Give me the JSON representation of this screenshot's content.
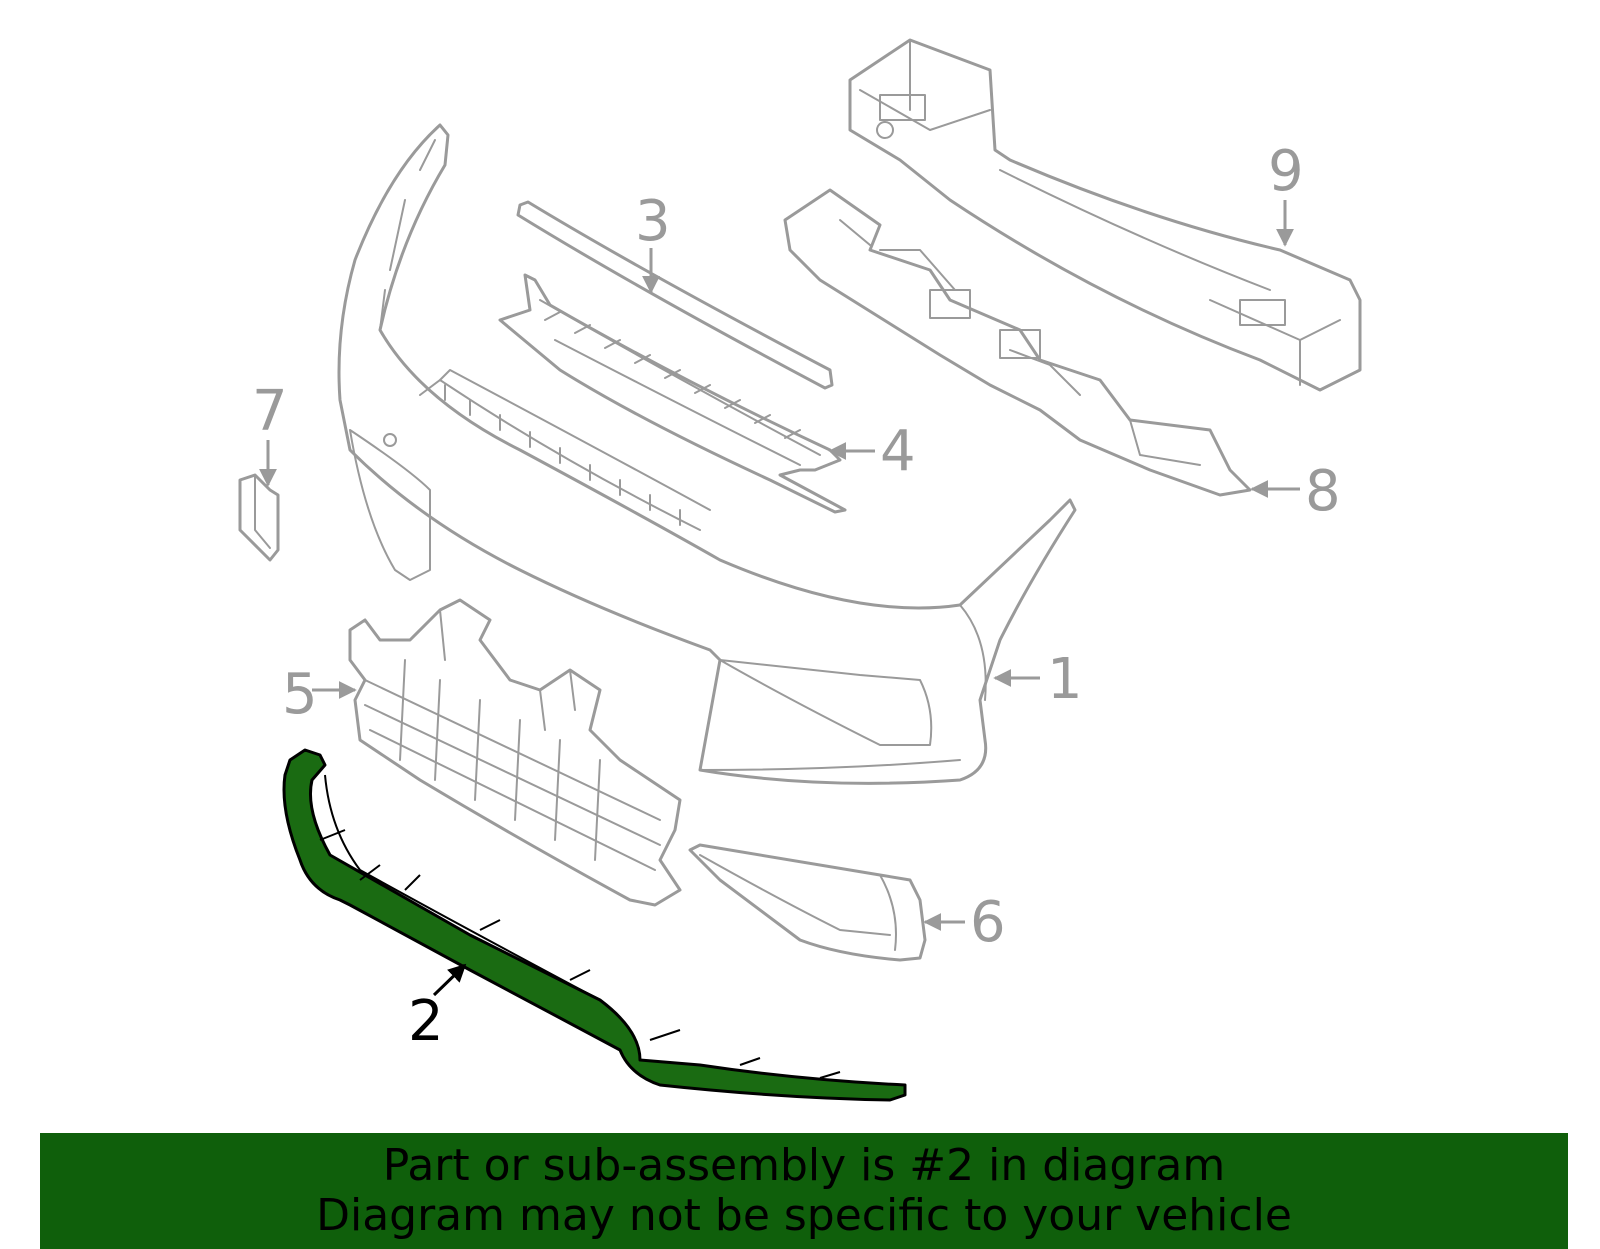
{
  "callouts": [
    {
      "label": "1",
      "highlighted": false
    },
    {
      "label": "2",
      "highlighted": true
    },
    {
      "label": "3",
      "highlighted": false
    },
    {
      "label": "4",
      "highlighted": false
    },
    {
      "label": "5",
      "highlighted": false
    },
    {
      "label": "6",
      "highlighted": false
    },
    {
      "label": "7",
      "highlighted": false
    },
    {
      "label": "8",
      "highlighted": false
    },
    {
      "label": "9",
      "highlighted": false
    }
  ],
  "banner": {
    "line1": "Part or sub-assembly is #2 in diagram",
    "line2": "Diagram may not be specific to your vehicle"
  },
  "colors": {
    "highlight_part": "#1a6b12",
    "banner_background": "#0f5f0b",
    "line_art": "#9a9a9a",
    "highlight_label": "#000000"
  }
}
